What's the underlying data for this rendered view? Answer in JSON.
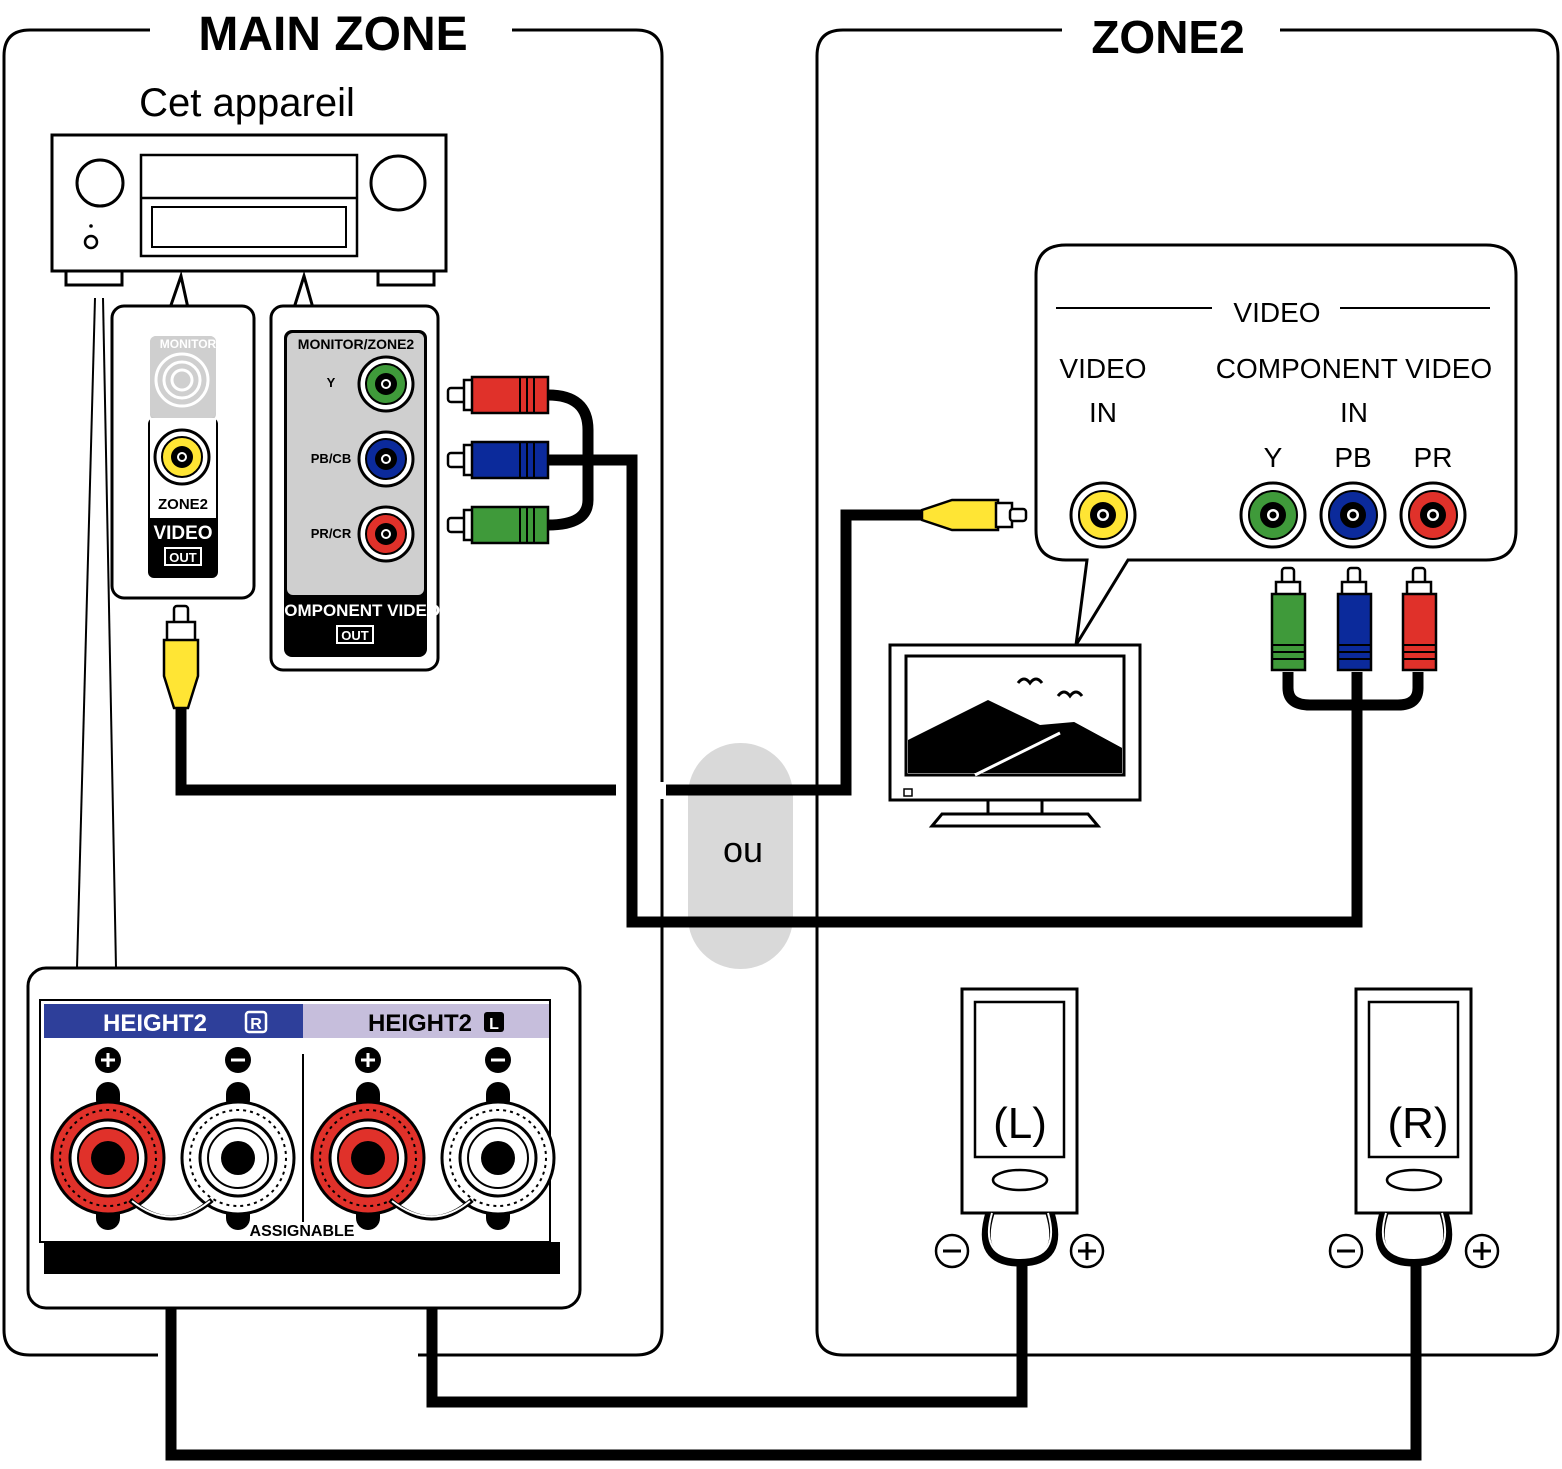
{
  "zones": {
    "main_title": "MAIN ZONE",
    "zone2_title": "ZONE2",
    "device_label": "Cet appareil"
  },
  "composite_panel": {
    "monitor_label": "MONITOR",
    "zone2_label": "ZONE2",
    "video_label": "VIDEO",
    "out_label": "OUT"
  },
  "component_panel": {
    "header": "MONITOR/ZONE2",
    "y_label": "Y",
    "pb_label": "PB/CB",
    "pr_label": "PR/CR",
    "footer": "COMPONENT VIDEO",
    "out_label": "OUT"
  },
  "tv_panel": {
    "video_header": "VIDEO",
    "video_in_line1": "VIDEO",
    "video_in_line2": "IN",
    "component_line1": "COMPONENT VIDEO",
    "component_line2": "IN",
    "y_label": "Y",
    "pb_label": "PB",
    "pr_label": "PR"
  },
  "or_label": "ou",
  "speaker_panel": {
    "height2_r": "HEIGHT2",
    "height2_r_badge": "R",
    "height2_l": "HEIGHT2",
    "height2_l_badge": "L",
    "assignable": "ASSIGNABLE"
  },
  "speakers": {
    "left_label": "(L)",
    "right_label": "(R)"
  },
  "colors": {
    "green": "#3f9a3a",
    "blue": "#0b2a9b",
    "red": "#e0312a",
    "yellow": "#ffe534",
    "height_r_band": "#2e3f9a",
    "height_l_band": "#c6bedc",
    "or_bubble": "#d9d9d9"
  }
}
